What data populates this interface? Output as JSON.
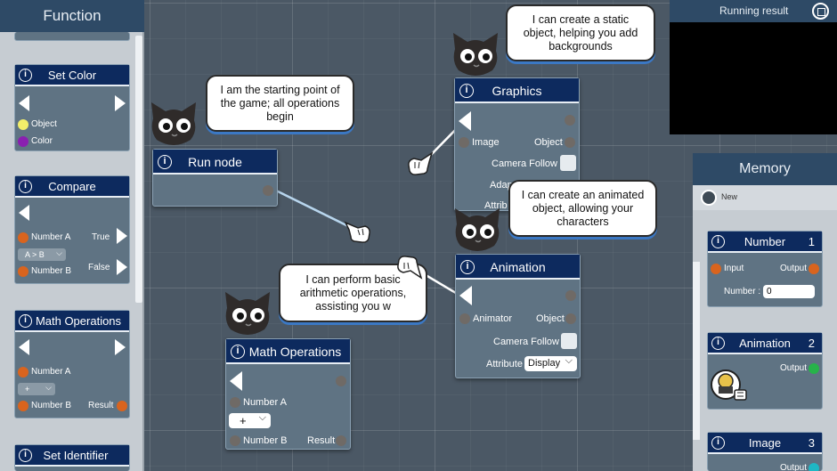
{
  "function_panel": {
    "title": "Function",
    "cards": [
      {
        "title": "Set Color",
        "ports": [
          "Object",
          "Color"
        ]
      },
      {
        "title": "Compare",
        "inputs": [
          "Number A",
          "Number B"
        ],
        "operator": "A > B",
        "outputs": [
          "True",
          "False"
        ]
      },
      {
        "title": "Math Operations",
        "inputs": [
          "Number A",
          "Number B"
        ],
        "operator": "+",
        "output": "Result"
      },
      {
        "title": "Set Identifier"
      }
    ]
  },
  "canvas": {
    "run_node": {
      "title": "Run node"
    },
    "graphics_node": {
      "title": "Graphics",
      "input": "Image",
      "output": "Object",
      "camera_follow": "Camera Follow",
      "adapt": "Adap",
      "attribute": "Attrib"
    },
    "animation_node": {
      "title": "Animation",
      "input": "Animator",
      "output": "Object",
      "camera_follow": "Camera Follow",
      "attribute": "Attribute",
      "attribute_value": "Display"
    },
    "math_node": {
      "title": "Math Operations",
      "input_a": "Number A",
      "input_b": "Number B",
      "operator": "+",
      "output": "Result"
    }
  },
  "bubbles": {
    "start": "I am the starting point of the game; all operations begin",
    "static": "I can create a static object, helping you add backgrounds",
    "animated": "I can create an animated object, allowing your characters",
    "arithmetic": "I can perform basic arithmetic operations, assisting you w"
  },
  "running_result": {
    "title": "Running result"
  },
  "memory_panel": {
    "title": "Memory",
    "new_label": "New",
    "cards": [
      {
        "title": "Number",
        "index": "1",
        "input": "Input",
        "output": "Output",
        "field_label": "Number :",
        "field_value": "0"
      },
      {
        "title": "Animation",
        "index": "2",
        "output": "Output"
      },
      {
        "title": "Image",
        "index": "3",
        "output": "Output"
      }
    ]
  },
  "colors": {
    "header": "#2e4a66",
    "node_title": "#0d2a5e",
    "node_body": "#5f7383",
    "port_orange": "#d9641e",
    "port_green": "#27b34a"
  }
}
